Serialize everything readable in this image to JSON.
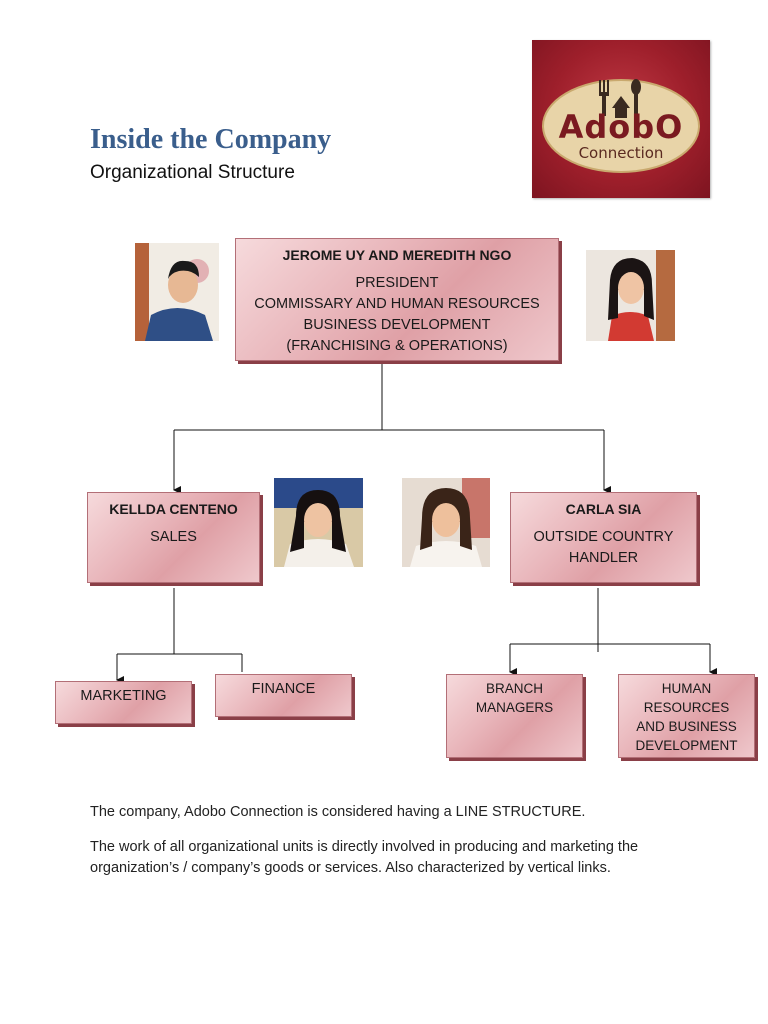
{
  "header": {
    "title": "Inside the Company",
    "subtitle": "Organizational Structure"
  },
  "logo": {
    "wordmark": "AdobO",
    "tagline": "Connection",
    "colors": {
      "background": "#9e1f2b",
      "oval": "#e8d4a8",
      "text": "#7a1a20"
    }
  },
  "org": {
    "top": {
      "names": "JEROME UY   AND  MEREDITH NGO",
      "roles": [
        "PRESIDENT",
        "COMMISSARY AND HUMAN RESOURCES",
        "BUSINESS DEVELOPMENT",
        "(FRANCHISING & OPERATIONS)"
      ]
    },
    "left": {
      "name": "KELLDA CENTENO",
      "role": "SALES"
    },
    "right": {
      "name": "CARLA SIA",
      "roles": [
        "OUTSIDE COUNTRY",
        "HANDLER"
      ]
    },
    "left_children": [
      "MARKETING",
      "FINANCE"
    ],
    "right_children": {
      "branch": [
        "BRANCH",
        "MANAGERS"
      ],
      "hr": [
        "HUMAN",
        "RESOURCES",
        "AND BUSINESS",
        "DEVELOPMENT"
      ]
    }
  },
  "body_text": {
    "p1": "The company, Adobo Connection is considered having a LINE STRUCTURE.",
    "p2_line1": "The work of all organizational units is directly involved in producing and marketing the",
    "p2_line2": "organization’s / company’s goods or services. Also characterized by vertical links."
  },
  "colors": {
    "title": "#3a5e8c",
    "box_fill": "#e8b4b9",
    "box_shadow": "#8a3f47"
  }
}
